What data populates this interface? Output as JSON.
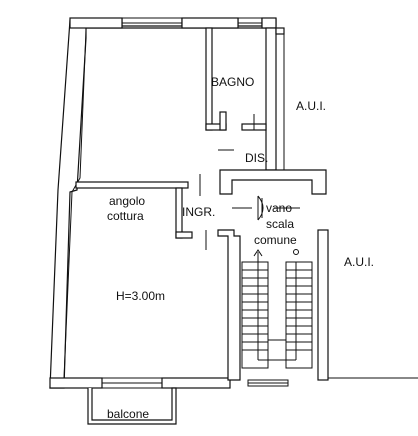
{
  "labels": {
    "bagno": "BAGNO",
    "aui_top": "A.U.I.",
    "dis": "DIS.",
    "angolo": "angolo",
    "cottura": "cottura",
    "ingr": "INGR.",
    "vano": "vano",
    "scala": "scala",
    "comune": "comune",
    "aui_right": "A.U.I.",
    "height": "H=3.00m",
    "balcone": "balcone"
  }
}
